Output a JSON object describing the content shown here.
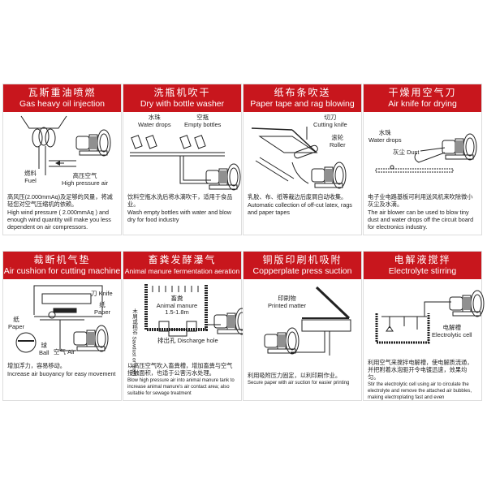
{
  "accent": "#c8161d",
  "panels": [
    {
      "title_zh": "瓦斯重油喷燃",
      "title_en": "Gas heavy oil injection",
      "labels": {
        "fuel_zh": "燃料",
        "fuel_en": "Fuel",
        "air_zh": "高压空气",
        "air_en": "High pressure air"
      },
      "desc_zh": "高风压(2.000mmAq)及足够的风量，将减轻您对空气压缩机的依赖。",
      "desc_en": "High wind pressure ( 2.000mmAq ) and enough wind quantity will make you less dependent on air compressors."
    },
    {
      "title_zh": "洗瓶机吹干",
      "title_en": "Dry with bottle washer",
      "labels": {
        "drops_zh": "水珠",
        "drops_en": "Water drops",
        "bottles_zh": "空瓶",
        "bottles_en": "Empty bottles"
      },
      "desc_zh": "饮料空瓶水洗后将水滴吹干，适用于食品业。",
      "desc_en": "Wash empty bottles with water and blow dry for food industry"
    },
    {
      "title_zh": "纸布条吹送",
      "title_en": "Paper tape and rag blowing",
      "labels": {
        "knife_zh": "切刀",
        "knife_en": "Cutting knife",
        "roller_zh": "滚轮",
        "roller_en": "Roller"
      },
      "desc_zh": "乳胶、布、纸等裁边后废屑自动收集。",
      "desc_en": "Automatic collection of off-cut latex, rags and paper tapes"
    },
    {
      "title_zh": "干燥用空气刀",
      "title_en": "Air knife for drying",
      "labels": {
        "drops_zh": "水珠",
        "drops_en": "Water drops",
        "dust": "灰尘 Dust"
      },
      "desc_zh": "电子业电路基板可利用送风机来吹除微小灰尘及水滴。",
      "desc_en": "The air blower can be used to blow tiny dust and water drops off the circuit board for electronics industry."
    },
    {
      "title_zh": "裁断机气垫",
      "title_en": "Air cushion for cutting machine",
      "labels": {
        "knife": "刀 Knife",
        "paper1_zh": "纸",
        "paper1_en": "Paper",
        "paper2_zh": "纸",
        "paper2_en": "Paper",
        "ball_zh": "球",
        "ball_en": "Ball",
        "air": "空气 Air"
      },
      "desc_zh": "增加浮力，容易移动。",
      "desc_en": "Increase air buoyancy for easy movement"
    },
    {
      "title_zh": "畜粪发酵瀑气",
      "title_en": "Animal manure fermentation aeration",
      "labels": {
        "manure_zh": "畜粪",
        "manure_en": "Animal manure",
        "depth": "1.5-1.8m",
        "sawdust_zh": "木屑或稻谷",
        "sawdust_en": "Sawdust or grain",
        "discharge": "排出孔 Discharge hole"
      },
      "desc_zh": "以高压空气吹入畜粪槽，增加畜粪与空气接触面积，也适于公害污水处理。",
      "desc_en": "Blow high pressure air into animal manure tank to increase animal manure's air contact area; also suitable for sewage treatment"
    },
    {
      "title_zh": "铜版印刷机吸附",
      "title_en": "Copperplate press suction",
      "labels": {
        "printed_zh": "印刷物",
        "printed_en": "Printed matter"
      },
      "desc_zh": "利用吸附压力固定，以利印刷作业。",
      "desc_en": "Secure paper with air suction for easier printing"
    },
    {
      "title_zh": "电解液搅拌",
      "title_en": "Electrolyte stirring",
      "labels": {
        "cell_zh": "电解槽",
        "cell_en": "Electrolytic cell"
      },
      "desc_zh": "利用空气来搅拌电解槽，使电解质流通，并把附着水泡驱开令电镀迅速，效果均匀。",
      "desc_en": "Stir the electrolytic cell using air to circulate the electrolyte and remove the attached air bubbles, making electroplating fast and even"
    }
  ]
}
